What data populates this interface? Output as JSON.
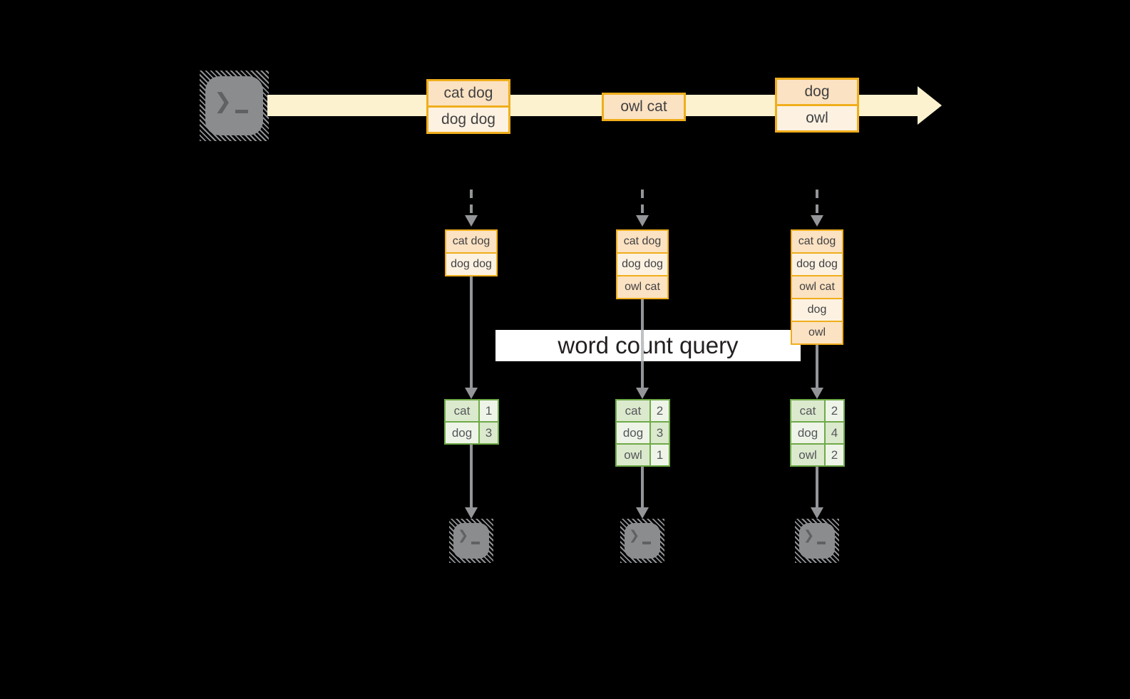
{
  "query_label": "word count query",
  "stream_events": [
    {
      "rows": [
        "cat dog",
        "dog dog"
      ]
    },
    {
      "rows": [
        "owl cat"
      ]
    },
    {
      "rows": [
        "dog",
        "owl"
      ]
    }
  ],
  "columns": [
    {
      "buffered_events": [
        "cat dog",
        "dog dog"
      ],
      "word_counts": [
        {
          "word": "cat",
          "count": "1"
        },
        {
          "word": "dog",
          "count": "3"
        }
      ]
    },
    {
      "buffered_events": [
        "cat dog",
        "dog dog",
        "owl cat"
      ],
      "word_counts": [
        {
          "word": "cat",
          "count": "2"
        },
        {
          "word": "dog",
          "count": "3"
        },
        {
          "word": "owl",
          "count": "1"
        }
      ]
    },
    {
      "buffered_events": [
        "cat dog",
        "dog dog",
        "owl cat",
        "dog",
        "owl"
      ],
      "word_counts": [
        {
          "word": "cat",
          "count": "2"
        },
        {
          "word": "dog",
          "count": "4"
        },
        {
          "word": "owl",
          "count": "2"
        }
      ]
    }
  ],
  "icons": {
    "source": "terminal-icon",
    "sinks": [
      "terminal-icon",
      "terminal-icon",
      "terminal-icon"
    ]
  },
  "colors": {
    "orange": "#f0ae1c",
    "peach": "#fbe2c2",
    "cream": "#fdf2e2",
    "band": "#fcf2d0",
    "green": "#6faa48",
    "greenA": "#dbe9cd",
    "greenB": "#eef4e8",
    "gray": "#939598",
    "label_bg": "#ffffff",
    "label_text": "#231f20",
    "icon_gray": "#8a8c8e"
  }
}
